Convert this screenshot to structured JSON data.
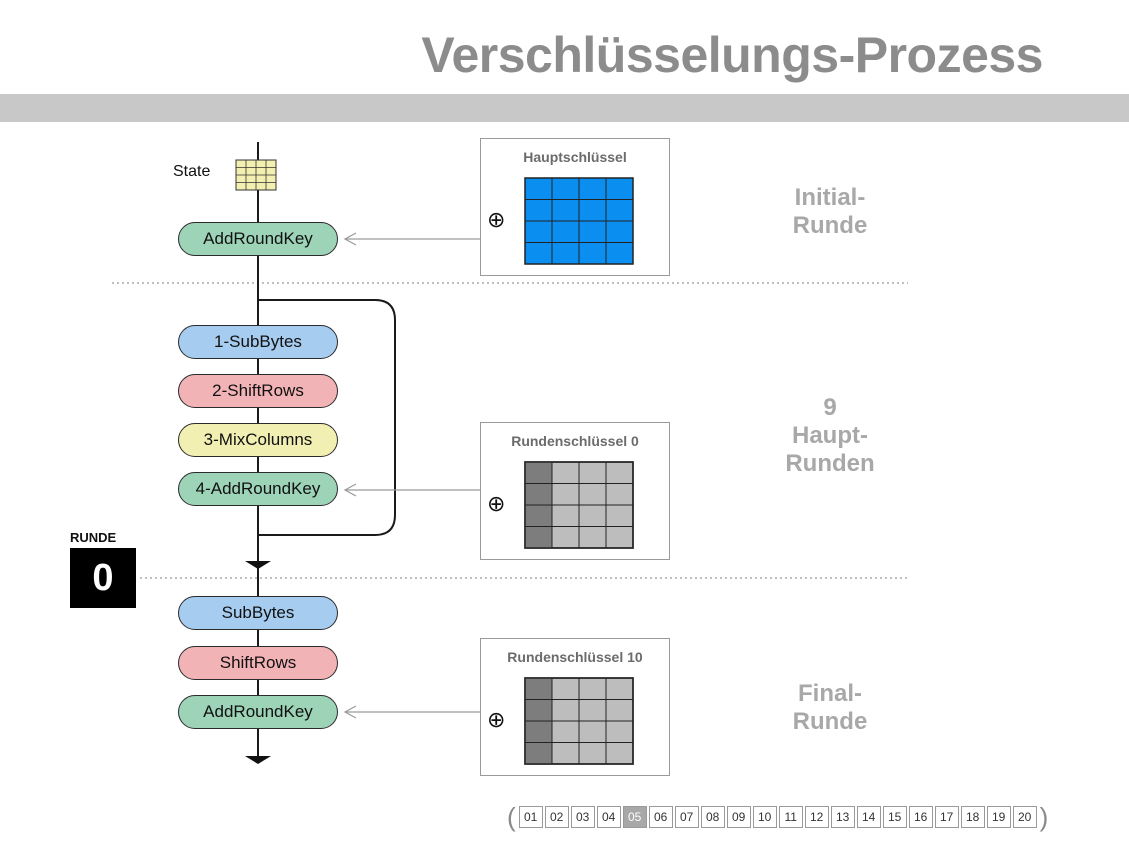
{
  "title": "Verschlüsselungs-Prozess",
  "state_label": "State",
  "steps": {
    "initial": [
      "AddRoundKey"
    ],
    "main": [
      "1-SubBytes",
      "2-ShiftRows",
      "3-MixColumns",
      "4-AddRoundKey"
    ],
    "final": [
      "SubBytes",
      "ShiftRows",
      "AddRoundKey"
    ]
  },
  "keys": {
    "main_key": "Hauptschlüssel",
    "round_key_0": "Rundenschlüssel 0",
    "round_key_10": "Rundenschlüssel 10"
  },
  "xor_symbol": "⊕",
  "round_labels": {
    "initial": [
      "Initial-",
      "Runde"
    ],
    "main_count": "9",
    "main": [
      "Haupt-",
      "Runden"
    ],
    "final": [
      "Final-",
      "Runde"
    ]
  },
  "round_counter": {
    "caption": "RUNDE",
    "value": "0"
  },
  "colors": {
    "main_key_cell": "#0a8ff0",
    "round_key_cell": "#bdbdbd",
    "round_key_first_column": "#7d7d7d",
    "state_grid": "#f3efb0",
    "title": "#8c8c8c"
  },
  "navigation": {
    "pages": [
      "01",
      "02",
      "03",
      "04",
      "05",
      "06",
      "07",
      "08",
      "09",
      "10",
      "11",
      "12",
      "13",
      "14",
      "15",
      "16",
      "17",
      "18",
      "19",
      "20"
    ],
    "active_page": "05"
  }
}
